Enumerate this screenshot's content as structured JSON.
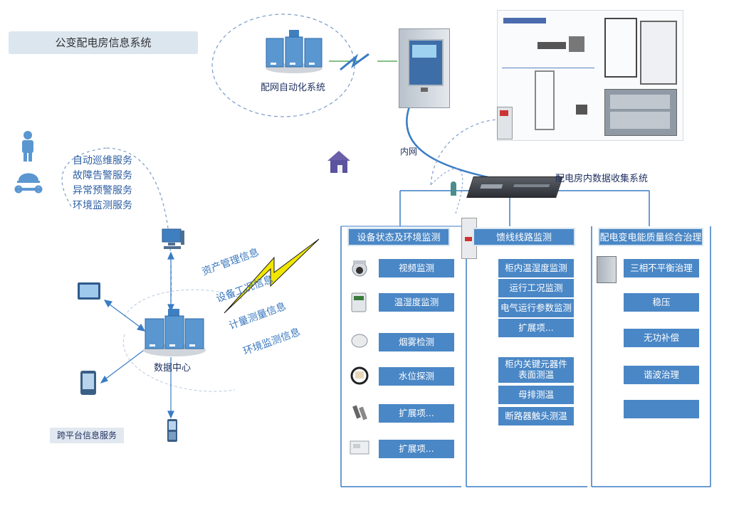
{
  "title": "公变配电房信息系统",
  "automation_system": "配网自动化系统",
  "services": [
    "自动巡维服务",
    "故障告警服务",
    "异常预警服务",
    "环境监测服务"
  ],
  "diagonal_info": [
    "资产管理信息",
    "设备工况信息",
    "计量测量信息",
    "环境监测信息"
  ],
  "data_center": "数据中心",
  "cross_platform": "跨平台信息服务",
  "intranet": "内网",
  "collector_system": "配电房内数据收集系统",
  "panels": {
    "env": {
      "header": "设备状态及环境监测",
      "items": [
        "视频监测",
        "温湿度监测",
        "烟雾检测",
        "水位探测",
        "扩展项...",
        "扩展项..."
      ]
    },
    "feeder": {
      "header": "馈线线路监测",
      "items_top": [
        "柜内温湿度监测",
        "运行工况监测",
        "电气运行参数监测",
        "扩展项..."
      ],
      "item_two_line": [
        "柜内关键元器件",
        "表面测温"
      ],
      "items_bottom": [
        "母排测温",
        "断路器触头测温"
      ]
    },
    "quality": {
      "header": "配电变电能质量综合治理",
      "items": [
        "三相不平衡治理",
        "稳压",
        "无功补偿",
        "谐波治理",
        ""
      ]
    }
  },
  "colors": {
    "panel_blue": "#4a87c6",
    "line_blue": "#3a7cc4",
    "text_blue": "#2d5fa3",
    "lightning_yellow": "#f2e600"
  }
}
